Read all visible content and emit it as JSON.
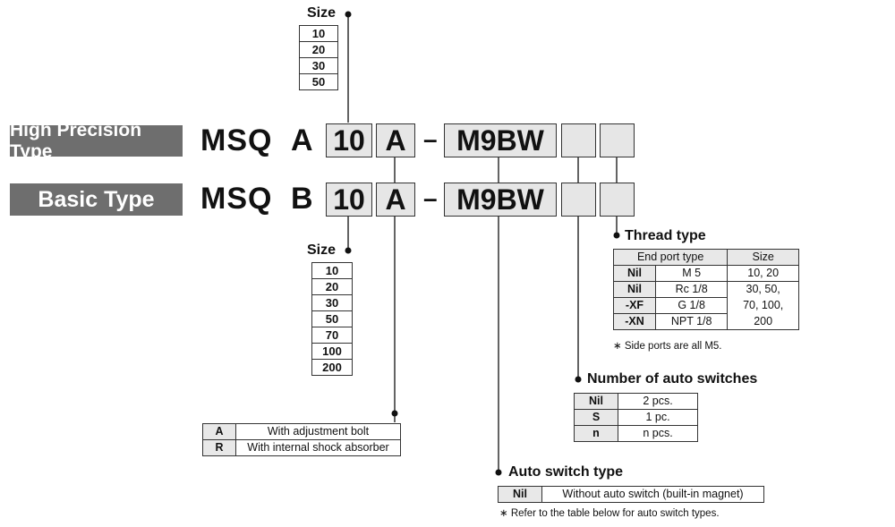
{
  "hp": {
    "label": "High Precision Type",
    "prefix1": "MSQ",
    "prefix2": "A",
    "size": "10",
    "adj": "A",
    "dash": "–",
    "sw": "M9BW"
  },
  "basic": {
    "label": "Basic Type",
    "prefix1": "MSQ",
    "prefix2": "B",
    "size": "10",
    "adj": "A",
    "dash": "–",
    "sw": "M9BW"
  },
  "hp_size": {
    "title": "Size",
    "items": [
      "10",
      "20",
      "30",
      "50"
    ]
  },
  "basic_size": {
    "title": "Size",
    "items": [
      "10",
      "20",
      "30",
      "50",
      "70",
      "100",
      "200"
    ]
  },
  "adjust": {
    "rows": [
      {
        "k": "A",
        "v": "With adjustment bolt"
      },
      {
        "k": "R",
        "v": "With internal shock absorber"
      }
    ]
  },
  "thread": {
    "title": "Thread type",
    "h1": "End port type",
    "h2": "Size",
    "rows": [
      {
        "k": "Nil",
        "v": "M 5"
      },
      {
        "k": "Nil",
        "v": "Rc 1/8"
      },
      {
        "k": "-XF",
        "v": "G 1/8"
      },
      {
        "k": "-XN",
        "v": "NPT 1/8"
      }
    ],
    "sizes": [
      "10, 20",
      "30, 50,",
      "70, 100,",
      "200"
    ],
    "note": "∗ Side ports are all M5."
  },
  "switches": {
    "title": "Number of auto switches",
    "rows": [
      {
        "k": "Nil",
        "v": "2 pcs."
      },
      {
        "k": "S",
        "v": "1 pc."
      },
      {
        "k": "n",
        "v": "n pcs."
      }
    ]
  },
  "autosw": {
    "title": "Auto switch type",
    "rows": [
      {
        "k": "Nil",
        "v": "Without auto switch (built-in magnet)"
      }
    ],
    "note": "∗ Refer to the table below for auto switch types."
  }
}
